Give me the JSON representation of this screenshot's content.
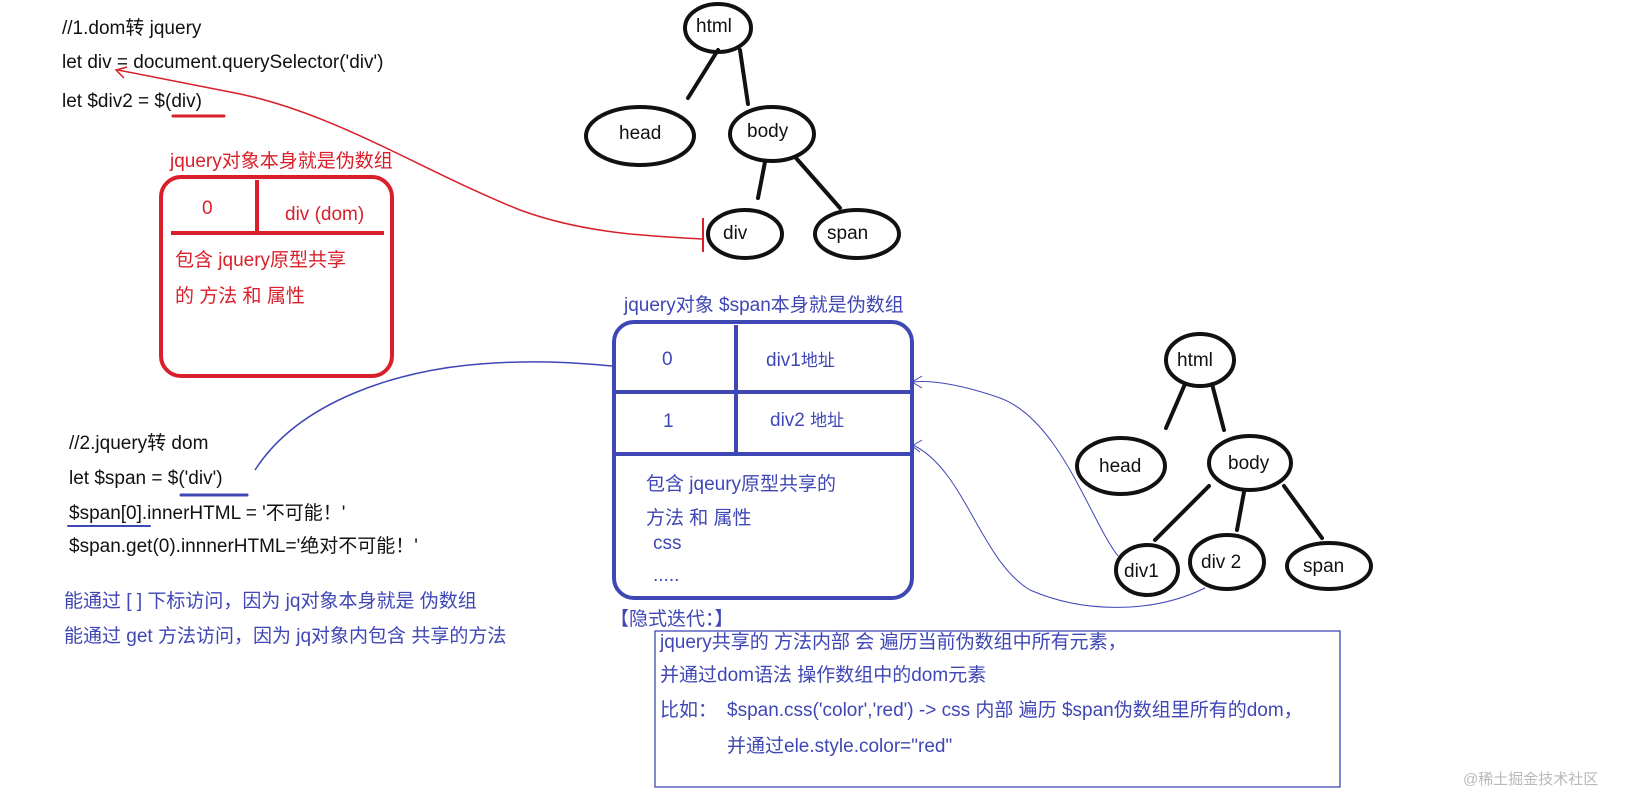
{
  "colors": {
    "red": "#d81f2a",
    "blue": "#3f47b5",
    "black": "#111111",
    "watermark": "#b9b9b9"
  },
  "section1": {
    "comment": "//1.dom转 jquery",
    "line1": "let div = document.querySelector('div')",
    "line2": "let $div2 = $(div)",
    "box_title": "jquery对象本身就是伪数组",
    "cell_index": "0",
    "cell_value": "div (dom)",
    "desc_line1": "包含 jquery原型共享",
    "desc_line2": "的  方法 和 属性"
  },
  "tree1": {
    "root": "html",
    "left": "head",
    "right": "body",
    "child1": "div",
    "child2": "span"
  },
  "section2": {
    "box_title": "jquery对象 $span本身就是伪数组",
    "row1_index": "0",
    "row1_value": "div1",
    "row1_suffix": "地址",
    "row2_index": "1",
    "row2_value": "div2",
    "row2_suffix": "地址",
    "desc_line1": "包含 jqeury原型共享的",
    "desc_line2": "方法 和 属性",
    "desc_line3": "css",
    "desc_line4": "....."
  },
  "section3": {
    "comment": "//2.jquery转 dom",
    "line1": "let $span = $('div')",
    "line2": "$span[0].innerHTML = '不可能！'",
    "line3": "$span.get(0).innnerHTML='绝对不可能！'",
    "note1": "能通过 [ ] 下标访问，因为 jq对象本身就是 伪数组",
    "note2": "能通过 get 方法访问，因为 jq对象内包含 共享的方法"
  },
  "tree2": {
    "root": "html",
    "left": "head",
    "right": "body",
    "child1": "div1",
    "child2": "div 2",
    "child3": "span"
  },
  "implicit": {
    "title": "【隐式迭代：】",
    "line1": "jquery共享的 方法内部 会 遍历当前伪数组中所有元素，",
    "line2": "并通过dom语法 操作数组中的dom元素",
    "line3_prefix": "比如：",
    "line3_code": "$span.css('color','red')  -> css 内部 遍历 $span伪数组里所有的dom，",
    "line4": "并通过ele.style.color=\"red\""
  },
  "watermark": "@稀土掘金技术社区"
}
